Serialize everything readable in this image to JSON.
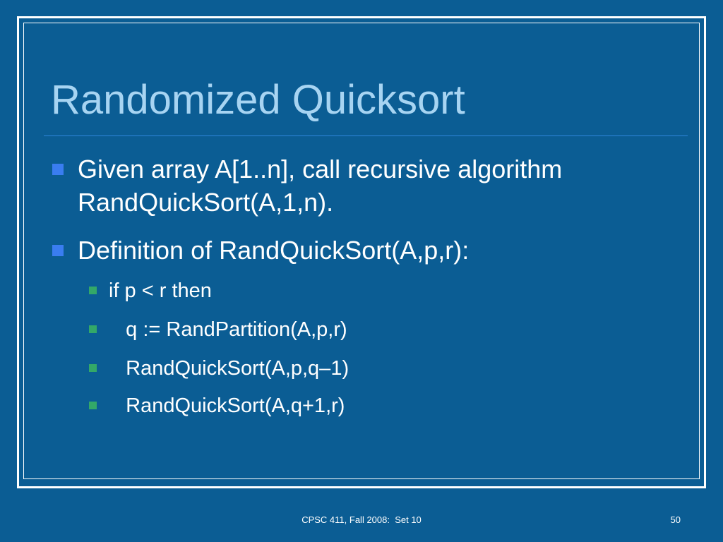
{
  "slide": {
    "title": "Randomized Quicksort",
    "bullets": [
      {
        "level": 1,
        "text": "Given array A[1..n], call recursive algorithm RandQuickSort(A,1,n)."
      },
      {
        "level": 1,
        "text": "Definition of RandQuickSort(A,p,r):"
      },
      {
        "level": 2,
        "text": "if p < r then"
      },
      {
        "level": 2,
        "text": "   q := RandPartition(A,p,r)"
      },
      {
        "level": 2,
        "text": "   RandQuickSort(A,p,q–1)"
      },
      {
        "level": 2,
        "text": "   RandQuickSort(A,q+1,r)"
      }
    ]
  },
  "footer": {
    "course": "CPSC 411, Fall 2008:  Set 10",
    "page_number": "50"
  },
  "colors": {
    "background": "#0b5d94",
    "title": "#a7d4f2",
    "level1_bullet": "#3a7df0",
    "level2_bullet": "#33a868",
    "rule": "#2f86dc"
  }
}
